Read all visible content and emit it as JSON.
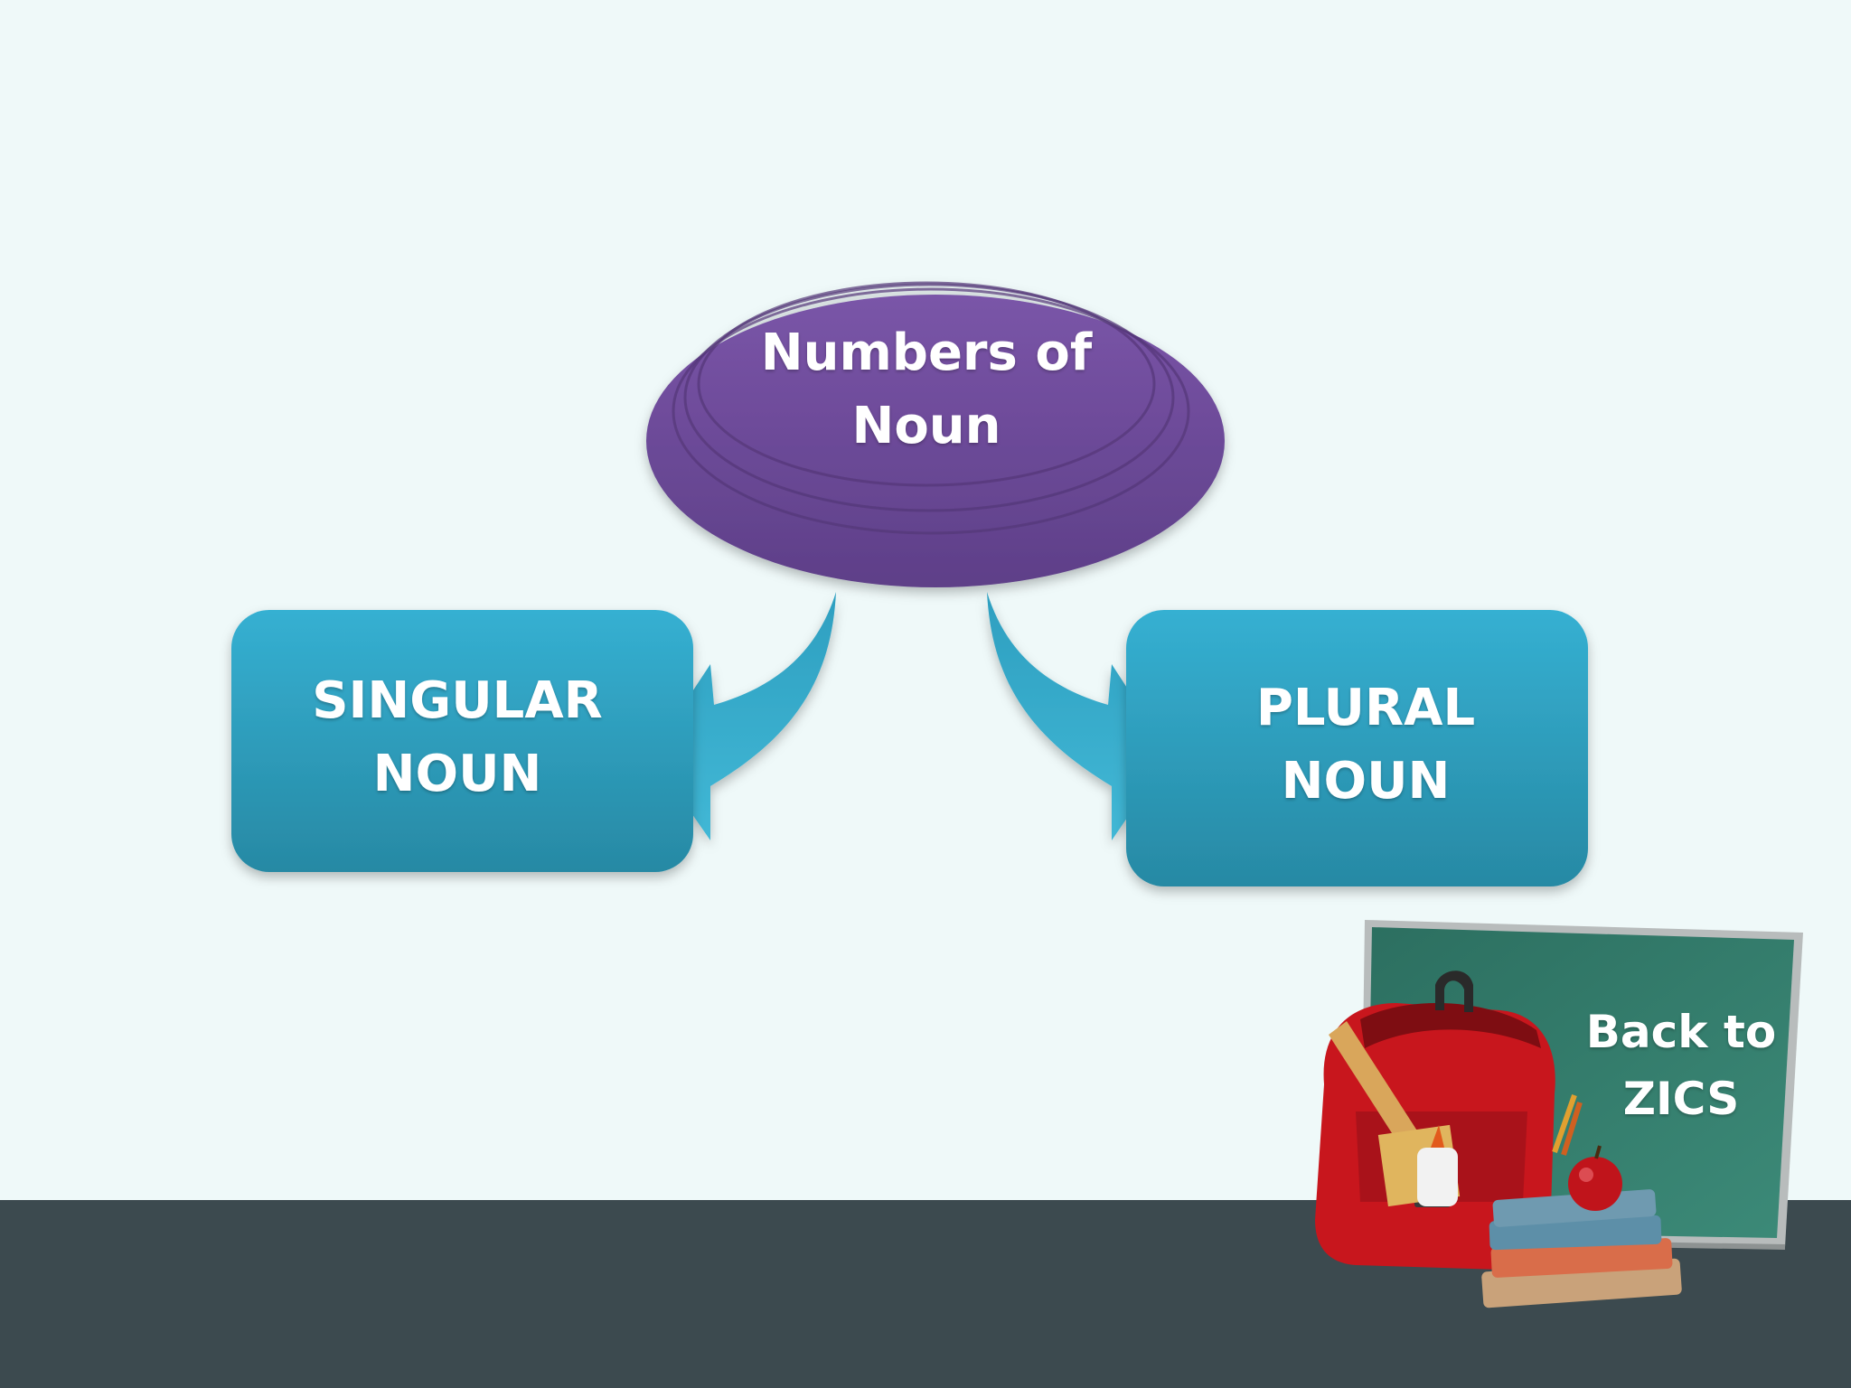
{
  "diagram": {
    "center": {
      "line1": "Numbers of",
      "line2": "Noun"
    },
    "left": {
      "line1": "SINGULAR",
      "line2": "NOUN"
    },
    "right": {
      "line1": "PLURAL",
      "line2": "NOUN"
    }
  },
  "button": {
    "line1": "Back to",
    "line2": "ZICS"
  },
  "colors": {
    "background": "#eff9f9",
    "floor": "#3c4a4f",
    "ellipse": "#6c4a98",
    "box": "#2fa3c0",
    "chalkboard": "#2f7466"
  },
  "icons": {
    "illustration": "school-backpack-chalkboard-icon",
    "arrows": "curved-arrow-icon"
  }
}
